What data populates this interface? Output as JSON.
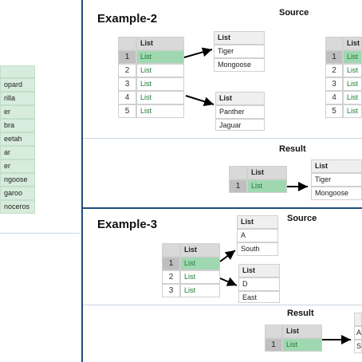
{
  "left_list": [
    "opard",
    "rilla",
    "er",
    "bra",
    "eetah",
    "ar",
    "er",
    "ngoose",
    "garoo",
    "noceros"
  ],
  "example2": {
    "title": "Example-2",
    "source_label": "Source",
    "result_label": "Result",
    "header": "List",
    "rows": [
      "1",
      "2",
      "3",
      "4",
      "5"
    ],
    "cell": "List",
    "table_a": [
      "Tiger",
      "Mongoose"
    ],
    "table_b": [
      "Panther",
      "Jaguar"
    ]
  },
  "example3": {
    "title": "Example-3",
    "source_label": "Source",
    "result_label": "Result",
    "header": "List",
    "rows": [
      "1",
      "2",
      "3"
    ],
    "cell": "List",
    "table_a": [
      "A",
      "South"
    ],
    "table_b": [
      "D",
      "East"
    ],
    "result_partial": [
      "A",
      "So"
    ]
  },
  "colors": {
    "divider": "#1f4e79",
    "selected": "#9fd8b0",
    "link_text": "#1e7b34"
  }
}
